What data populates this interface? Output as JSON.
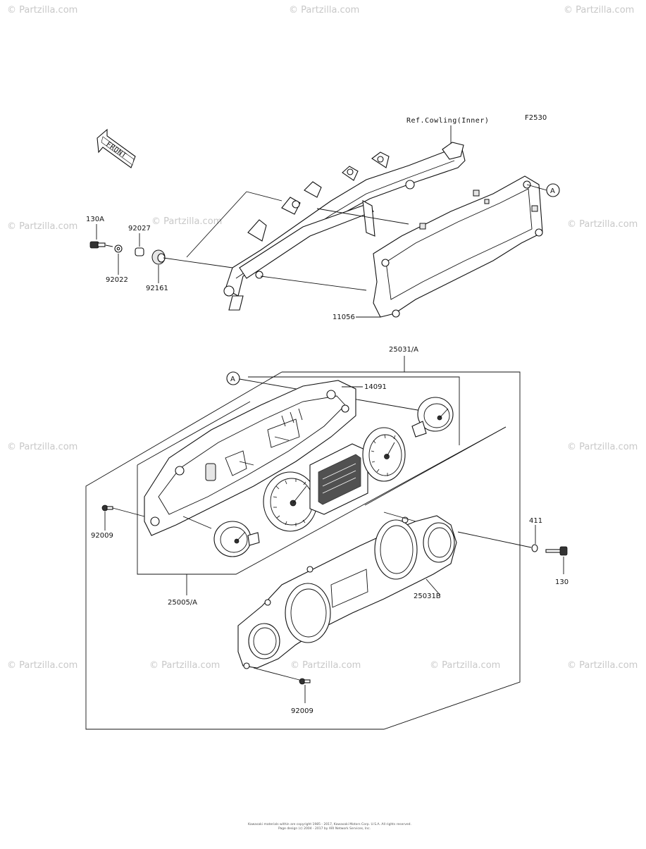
{
  "diagram": {
    "code": "F2530",
    "ref_label": "Ref.Cowling(Inner)",
    "front_label": "FRONT",
    "callout_a": "A",
    "parts": {
      "p130A": "130A",
      "p92027": "92027",
      "p92022": "92022",
      "p92161": "92161",
      "p11056": "11056",
      "p25031A": "25031/A",
      "p14091": "14091",
      "p92009_left": "92009",
      "p25005A": "25005/A",
      "p411": "411",
      "p130": "130",
      "p25031B": "25031B",
      "p92009_bottom": "92009"
    },
    "watermark": "© Partzilla.com",
    "footer_line1": "Kawasaki materials within are copyright 1985 - 2017, Kawasaki Motors Corp. U.S.A. All rights reserved.",
    "footer_line2": "Page design (c) 2004 - 2017 by ARI Network Services, Inc."
  },
  "colors": {
    "ink": "#111111",
    "watermark": "#c8c8c8",
    "background": "#ffffff"
  }
}
